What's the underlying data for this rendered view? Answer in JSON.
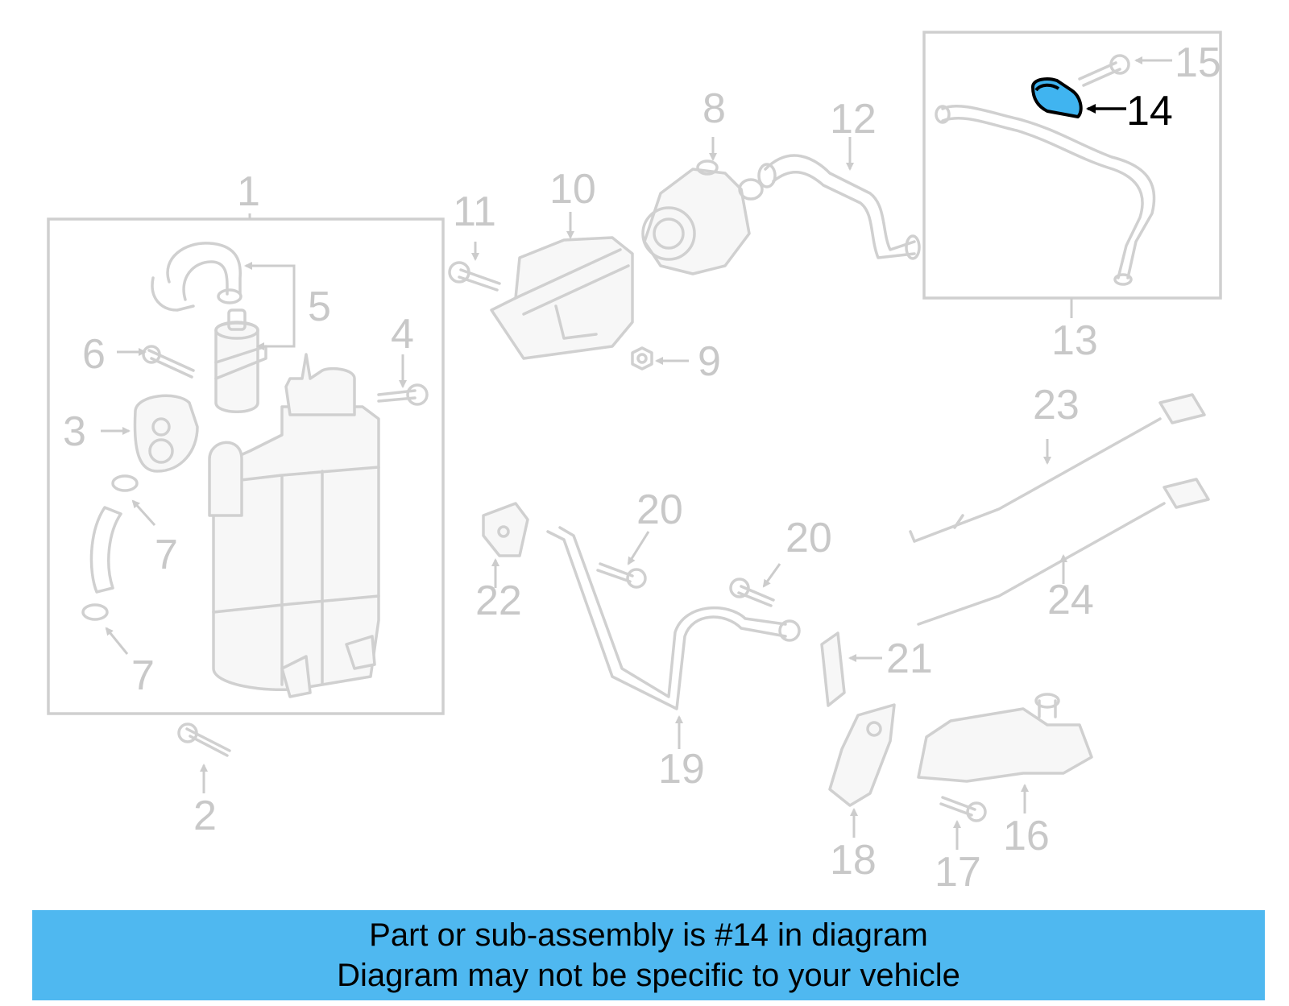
{
  "diagram": {
    "highlighted_part": "14",
    "callouts": [
      "1",
      "2",
      "3",
      "4",
      "5",
      "6",
      "7",
      "7",
      "8",
      "9",
      "10",
      "11",
      "12",
      "13",
      "14",
      "15",
      "16",
      "17",
      "18",
      "19",
      "20",
      "20",
      "21",
      "22",
      "23",
      "24"
    ]
  },
  "banner": {
    "line1": "Part or sub-assembly is #14 in diagram",
    "line2": "Diagram may not be specific to your vehicle"
  },
  "colors": {
    "highlight": "#40b4f0",
    "banner": "#4fb8f0",
    "parts": "#d0d0d0"
  }
}
